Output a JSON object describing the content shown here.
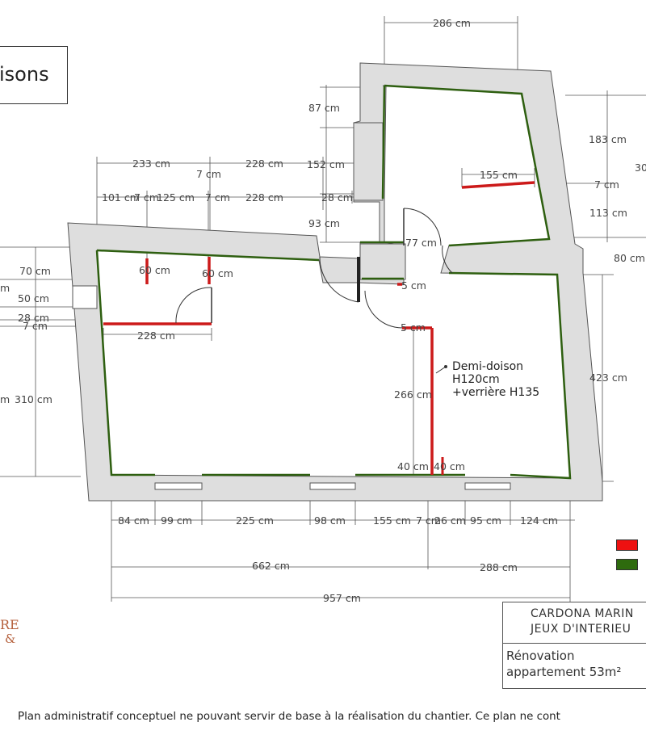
{
  "title": "isons",
  "legend": {
    "red": "#ee1111",
    "green": "#2e6b0e"
  },
  "colors": {
    "wall_fill": "#dedede",
    "wall_stroke": "#555555",
    "new_wall": "#cc1a1a",
    "existing_wall": "#2e5f10"
  },
  "note": "Demi-doison\nH120cm\n+verrière H135",
  "client": {
    "line1": "CARDONA MARIN",
    "line2": "JEUX D'INTERIEU"
  },
  "project": {
    "line1": "Rénovation",
    "line2": "appartement 53m²"
  },
  "logo": {
    "line1": "RE",
    "line2": "&"
  },
  "disclaimer": "Plan administratif conceptuel ne pouvant servir de base à la réalisation du chantier. Ce plan ne cont",
  "dimensions": {
    "top_286": "286 cm",
    "d_87": "87 cm",
    "d_183": "183 cm",
    "d_30": "30",
    "d_233": "233 cm",
    "d_7a": "7 cm",
    "d_228a": "228 cm",
    "d_152": "152 cm",
    "d_101": "101 cm",
    "d_7b": "7 cm",
    "d_125": "125 cm",
    "d_7c": "7 cm",
    "d_228b": "228 cm",
    "d_28a": "28 cm",
    "d_155a": "155 cm",
    "d_7d": "7 cm",
    "d_113": "113 cm",
    "d_93": "93 cm",
    "d_77": "77 cm",
    "d_80": "80 cm",
    "d_70": "70 cm",
    "d_60a": "60 cm",
    "d_60b": "60 cm",
    "d_m": "m",
    "d_5": "5 cm",
    "d_50": "50 cm",
    "d_28b": "28 cm",
    "d_7e": "7 cm",
    "d_228c": "228 cm",
    "d_5b": "5 cm",
    "d_423": "423 cm",
    "d_m2": "m",
    "d_310": "310 cm",
    "d_266": "266 cm",
    "d_40a": "40 cm",
    "d_40b": "40 cm",
    "b_84": "84 cm",
    "b_99": "99 cm",
    "b_225": "225 cm",
    "b_98": "98 cm",
    "b_155": "155 cm",
    "b_7": "7 cm",
    "b_26": "26 cm",
    "b_95": "95 cm",
    "b_124": "124 cm",
    "t_662": "662 cm",
    "t_288": "288 cm",
    "t_957": "957 cm"
  }
}
